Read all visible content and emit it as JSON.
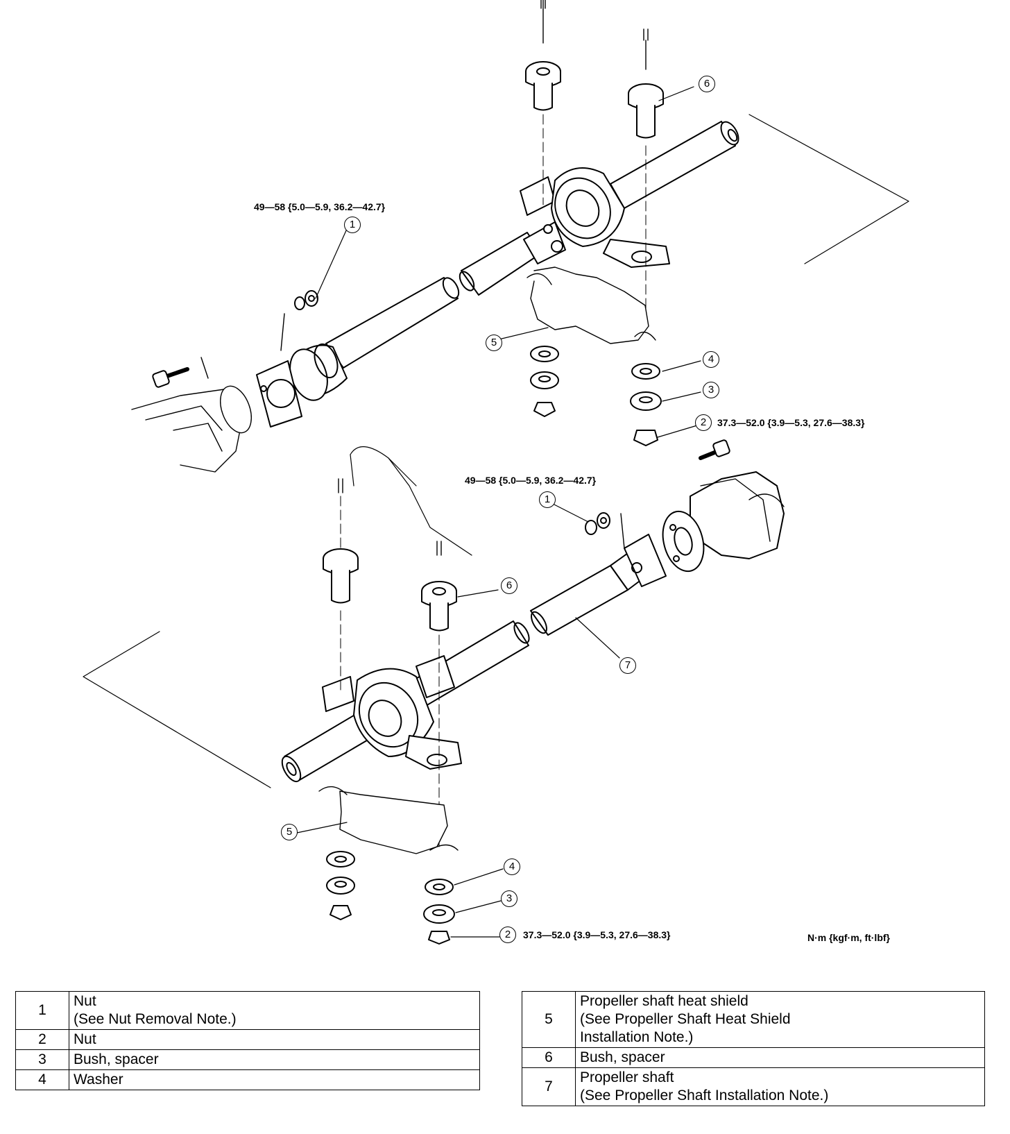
{
  "torque": {
    "upper_nut1": "49—58 {5.0—5.9, 36.2—42.7}",
    "upper_nut2": "37.3—52.0 {3.9—5.3, 27.6—38.3}",
    "lower_nut1": "49—58 {5.0—5.9, 36.2—42.7}",
    "lower_nut2": "37.3—52.0 {3.9—5.3, 27.6—38.3}",
    "units": "N·m {kgf·m, ft·lbf}"
  },
  "callouts": {
    "c1": "1",
    "c2": "2",
    "c3": "3",
    "c4": "4",
    "c5": "5",
    "c6": "6",
    "c7": "7"
  },
  "legend_left": [
    {
      "num": "1",
      "line1": "Nut",
      "line2": "(See Nut Removal Note.)"
    },
    {
      "num": "2",
      "line1": "Nut"
    },
    {
      "num": "3",
      "line1": "Bush, spacer"
    },
    {
      "num": "4",
      "line1": "Washer"
    }
  ],
  "legend_right": [
    {
      "num": "5",
      "line1": "Propeller shaft heat shield",
      "line2": "(See Propeller Shaft Heat Shield",
      "line3": "Installation Note.)"
    },
    {
      "num": "6",
      "line1": "Bush, spacer"
    },
    {
      "num": "7",
      "line1": "Propeller shaft",
      "line2": "(See Propeller Shaft Installation Note.)"
    }
  ]
}
